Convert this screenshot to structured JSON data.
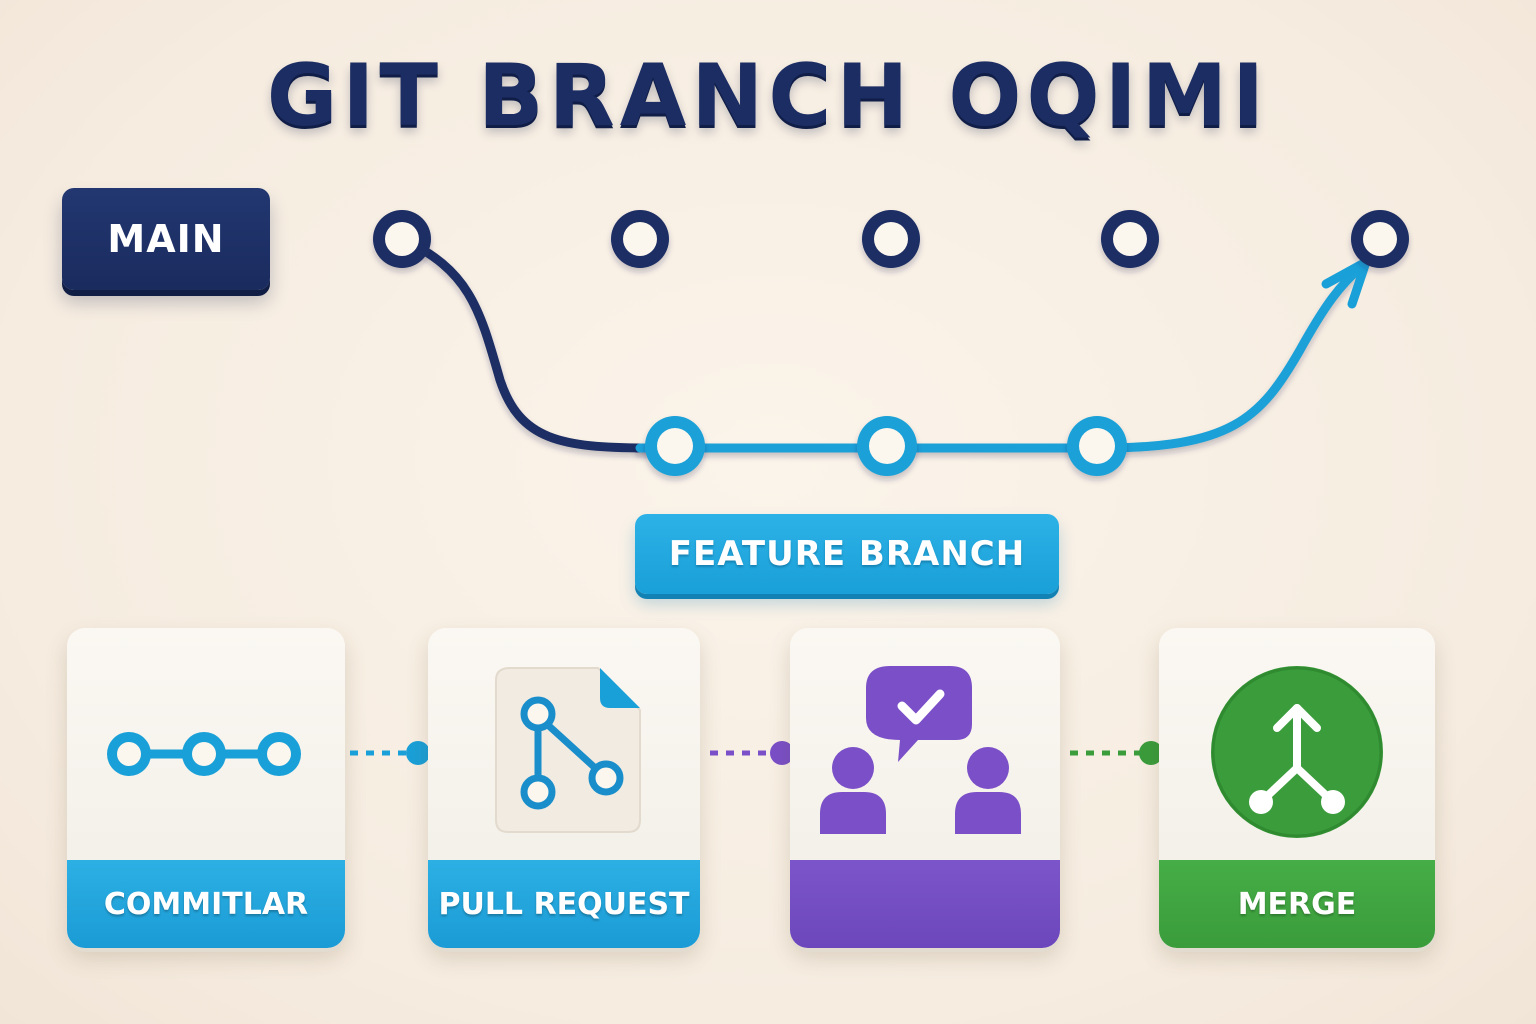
{
  "title": "GIT BRANCH OQIMI",
  "branches": {
    "main_label": "MAIN",
    "feature_label": "FEATURE BRANCH",
    "main_commits": 5,
    "feature_commits": 3
  },
  "colors": {
    "main": "#1c2d63",
    "feature": "#1aa0d8",
    "review": "#6c46bb",
    "merge": "#3a9c3b"
  },
  "steps": [
    {
      "label": "COMMITLAR",
      "icon": "commits-icon",
      "color": "#1b9bd5"
    },
    {
      "label": "PULL REQUEST",
      "icon": "pull-request-icon",
      "color": "#1b9bd5"
    },
    {
      "label": "",
      "icon": "code-review-icon",
      "color": "#6c46bb"
    },
    {
      "label": "MERGE",
      "icon": "merge-icon",
      "color": "#3a9c3b"
    }
  ]
}
